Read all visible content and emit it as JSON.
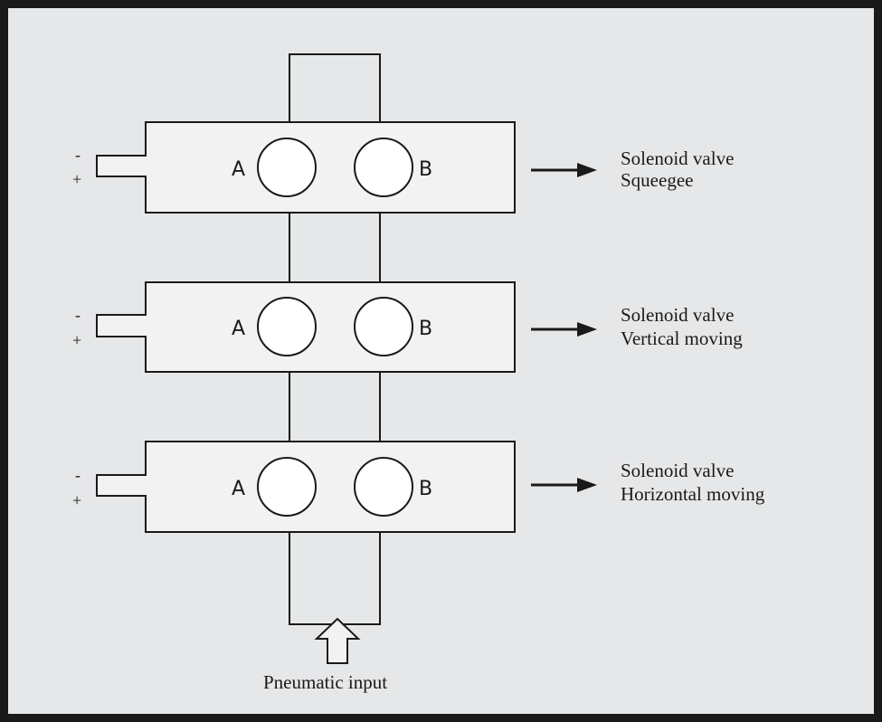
{
  "colors": {
    "background": "#e6e7e8",
    "frame": "#1a1a1a",
    "valve_fill": "#f2f2f2",
    "port_fill": "#ffffff"
  },
  "valves": [
    {
      "port_a": "A",
      "port_b": "B",
      "polarity_minus": "-",
      "polarity_plus": "+",
      "line1": "Solenoid valve",
      "line2": "Squeegee"
    },
    {
      "port_a": "A",
      "port_b": "B",
      "polarity_minus": "-",
      "polarity_plus": "+",
      "line1": "Solenoid valve",
      "line2": "Vertical moving"
    },
    {
      "port_a": "A",
      "port_b": "B",
      "polarity_minus": "-",
      "polarity_plus": "+",
      "line1": "Solenoid valve",
      "line2": "Horizontal moving"
    }
  ],
  "input_label": "Pneumatic input",
  "icons": {
    "output_arrow": "arrow-right-icon",
    "input_arrow": "arrow-up-outline-icon"
  }
}
